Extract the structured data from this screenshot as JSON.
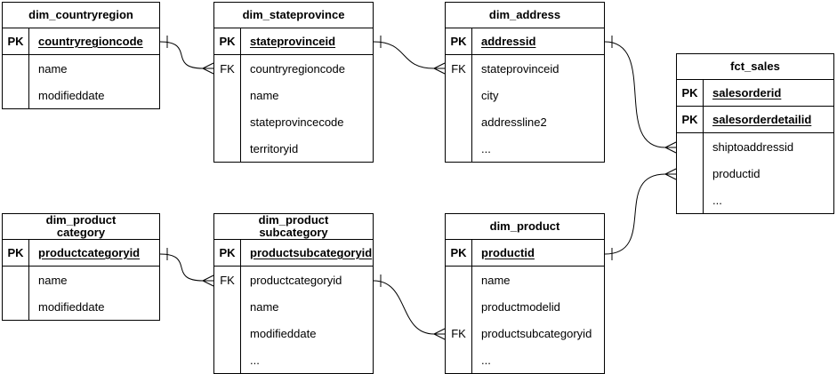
{
  "diagram": {
    "kind": "entity-relationship-diagram",
    "tables": [
      {
        "id": "dim_countryregion",
        "title": "dim_countryregion",
        "rows": [
          {
            "key": "PK",
            "field": "countryregioncode",
            "pk": true
          },
          {
            "key": "",
            "field": "name",
            "pk": false
          },
          {
            "key": "",
            "field": "modifieddate",
            "pk": false
          }
        ]
      },
      {
        "id": "dim_stateprovince",
        "title": "dim_stateprovince",
        "rows": [
          {
            "key": "PK",
            "field": "stateprovinceid",
            "pk": true
          },
          {
            "key": "FK",
            "field": "countryregioncode",
            "pk": false
          },
          {
            "key": "",
            "field": "name",
            "pk": false
          },
          {
            "key": "",
            "field": "stateprovincecode",
            "pk": false
          },
          {
            "key": "",
            "field": "territoryid",
            "pk": false
          }
        ]
      },
      {
        "id": "dim_address",
        "title": "dim_address",
        "rows": [
          {
            "key": "PK",
            "field": "addressid",
            "pk": true
          },
          {
            "key": "FK",
            "field": "stateprovinceid",
            "pk": false
          },
          {
            "key": "",
            "field": "city",
            "pk": false
          },
          {
            "key": "",
            "field": "addressline2",
            "pk": false
          },
          {
            "key": "",
            "field": "...",
            "pk": false
          }
        ]
      },
      {
        "id": "fct_sales",
        "title": "fct_sales",
        "rows": [
          {
            "key": "PK",
            "field": "salesorderid",
            "pk": true
          },
          {
            "key": "PK",
            "field": "salesorderdetailid",
            "pk": true
          },
          {
            "key": "",
            "field": "shiptoaddressid",
            "pk": false
          },
          {
            "key": "",
            "field": "productid",
            "pk": false
          },
          {
            "key": "",
            "field": "...",
            "pk": false
          }
        ]
      },
      {
        "id": "dim_productcategory",
        "title": "dim_product\ncategory",
        "rows": [
          {
            "key": "PK",
            "field": "productcategoryid",
            "pk": true
          },
          {
            "key": "",
            "field": "name",
            "pk": false
          },
          {
            "key": "",
            "field": "modifieddate",
            "pk": false
          }
        ]
      },
      {
        "id": "dim_productsubcategory",
        "title": "dim_product\nsubcategory",
        "rows": [
          {
            "key": "PK",
            "field": "productsubcategoryid",
            "pk": true
          },
          {
            "key": "FK",
            "field": "productcategoryid",
            "pk": false
          },
          {
            "key": "",
            "field": "name",
            "pk": false
          },
          {
            "key": "",
            "field": "modifieddate",
            "pk": false
          },
          {
            "key": "",
            "field": "...",
            "pk": false
          }
        ]
      },
      {
        "id": "dim_product",
        "title": "dim_product",
        "rows": [
          {
            "key": "PK",
            "field": "productid",
            "pk": true
          },
          {
            "key": "",
            "field": "name",
            "pk": false
          },
          {
            "key": "",
            "field": "productmodelid",
            "pk": false
          },
          {
            "key": "FK",
            "field": "productsubcategoryid",
            "pk": false
          },
          {
            "key": "",
            "field": "...",
            "pk": false
          }
        ]
      }
    ],
    "relationships": [
      {
        "from": "dim_countryregion.countryregioncode",
        "to": "dim_stateprovince.countryregioncode",
        "from_cardinality": "one",
        "to_cardinality": "many"
      },
      {
        "from": "dim_stateprovince.stateprovinceid",
        "to": "dim_address.stateprovinceid",
        "from_cardinality": "one",
        "to_cardinality": "many"
      },
      {
        "from": "dim_address.addressid",
        "to": "fct_sales.shiptoaddressid",
        "from_cardinality": "one",
        "to_cardinality": "many"
      },
      {
        "from": "dim_product.productid",
        "to": "fct_sales.productid",
        "from_cardinality": "one",
        "to_cardinality": "many"
      },
      {
        "from": "dim_productcategory.productcategoryid",
        "to": "dim_productsubcategory.productcategoryid",
        "from_cardinality": "one",
        "to_cardinality": "many"
      },
      {
        "from": "dim_productsubcategory.productsubcategoryid",
        "to": "dim_product.productsubcategoryid",
        "from_cardinality": "one",
        "to_cardinality": "many"
      }
    ]
  },
  "colors": {
    "line": "#000000",
    "background": "#ffffff",
    "text": "#000000"
  }
}
